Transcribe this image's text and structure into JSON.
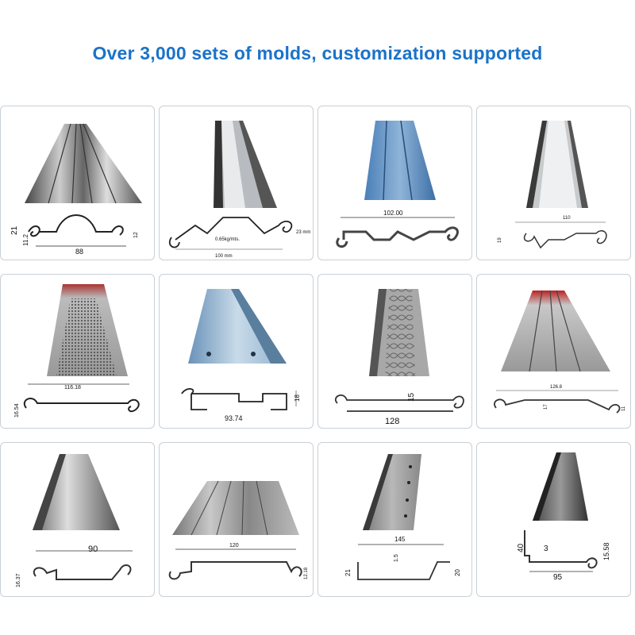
{
  "title": "Over 3,000 sets of molds, customization supported",
  "colors": {
    "title": "#1a73c9",
    "card_border": "#c9d0d6"
  },
  "cards": [
    {
      "labels": [
        "21",
        "11.2",
        "12",
        "88"
      ]
    },
    {
      "labels": [
        "0.65kg/mts.",
        "23 mm",
        "100 mm"
      ]
    },
    {
      "labels": [
        "102.00"
      ]
    },
    {
      "labels": [
        "110",
        "19"
      ]
    },
    {
      "labels": [
        "116.18",
        "16.54"
      ]
    },
    {
      "labels": [
        "18",
        "93.74"
      ]
    },
    {
      "labels": [
        "15",
        "128"
      ]
    },
    {
      "labels": [
        "126.8",
        "17",
        "11"
      ]
    },
    {
      "labels": [
        "90",
        "16.37"
      ]
    },
    {
      "labels": [
        "120",
        "12.18"
      ]
    },
    {
      "labels": [
        "145",
        "1.5",
        "21",
        "20"
      ]
    },
    {
      "labels": [
        "40",
        "3",
        "15.58",
        "95"
      ]
    }
  ]
}
